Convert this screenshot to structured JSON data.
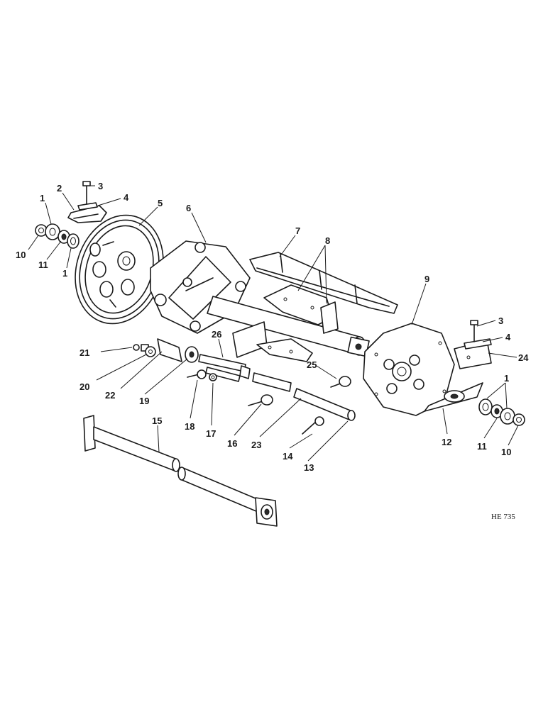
{
  "figure_code": "HE 735",
  "callouts": [
    {
      "id": "c1a",
      "text": "1"
    },
    {
      "id": "c2",
      "text": "2"
    },
    {
      "id": "c3a",
      "text": "3"
    },
    {
      "id": "c4a",
      "text": "4"
    },
    {
      "id": "c5",
      "text": "5"
    },
    {
      "id": "c10a",
      "text": "10"
    },
    {
      "id": "c11a",
      "text": "11"
    },
    {
      "id": "c1b",
      "text": "1"
    },
    {
      "id": "c6",
      "text": "6"
    },
    {
      "id": "c7",
      "text": "7"
    },
    {
      "id": "c8",
      "text": "8"
    },
    {
      "id": "c9",
      "text": "9"
    },
    {
      "id": "c3b",
      "text": "3"
    },
    {
      "id": "c4b",
      "text": "4"
    },
    {
      "id": "c24",
      "text": "24"
    },
    {
      "id": "c21",
      "text": "21"
    },
    {
      "id": "c26",
      "text": "26"
    },
    {
      "id": "c25",
      "text": "25"
    },
    {
      "id": "c20",
      "text": "20"
    },
    {
      "id": "c22",
      "text": "22"
    },
    {
      "id": "c19",
      "text": "19"
    },
    {
      "id": "c18",
      "text": "18"
    },
    {
      "id": "c17",
      "text": "17"
    },
    {
      "id": "c16",
      "text": "16"
    },
    {
      "id": "c23",
      "text": "23"
    },
    {
      "id": "c14",
      "text": "14"
    },
    {
      "id": "c13",
      "text": "13"
    },
    {
      "id": "c15",
      "text": "15"
    },
    {
      "id": "c1c",
      "text": "1"
    },
    {
      "id": "c12",
      "text": "12"
    },
    {
      "id": "c11b",
      "text": "11"
    },
    {
      "id": "c10b",
      "text": "10"
    }
  ]
}
